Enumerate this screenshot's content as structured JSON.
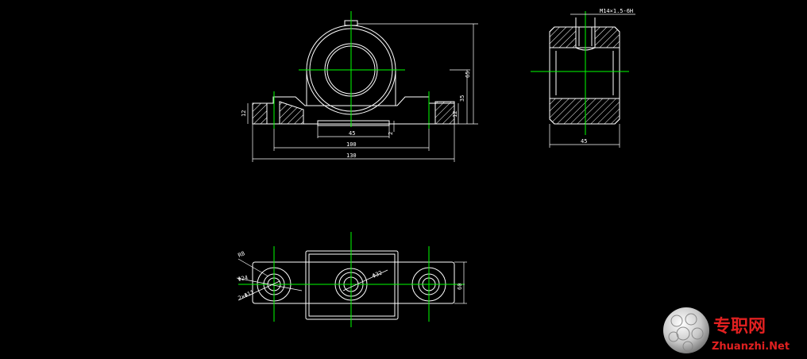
{
  "colors": {
    "background": "#000000",
    "lines": "#ffffff",
    "centerlines": "#00ff00",
    "watermark": "#e02020"
  },
  "front_view": {
    "dim_width_total": "130",
    "dim_bolt_span": "100",
    "dim_base_recess": "45",
    "dim_height_total": "65",
    "dim_center_height": "35",
    "dim_base_left": "12",
    "dim_base_right": "12",
    "dim_recess_depth": "2"
  },
  "side_view": {
    "dim_thread": "M14×1.5-6H",
    "dim_width": "45"
  },
  "top_view": {
    "dim_r": "R8",
    "dim_dia_left": "Φ24",
    "dim_dia_left_inner": "2×Φ11",
    "dim_dia_center": "Φ32",
    "dim_depth": "60"
  },
  "watermark": {
    "text_cn": "专职网",
    "text_en": "Zhuanzhi.Net",
    "logo_icon": "ball-logo-icon"
  }
}
